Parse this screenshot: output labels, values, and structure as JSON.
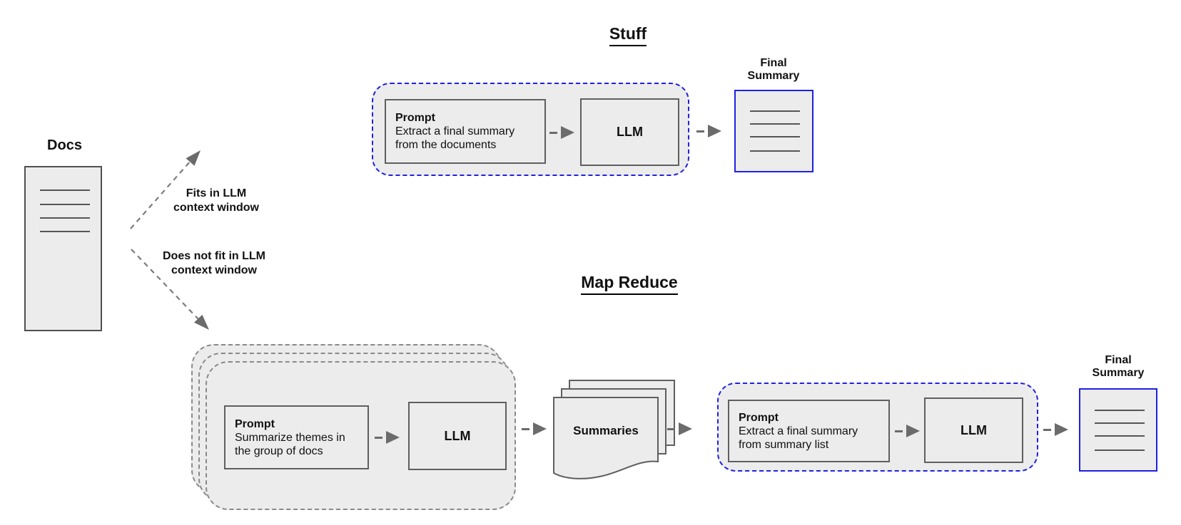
{
  "titles": {
    "stuff": "Stuff",
    "map_reduce": "Map Reduce"
  },
  "docs": {
    "label": "Docs"
  },
  "branch_labels": {
    "fits": "Fits in LLM\ncontext window",
    "not_fit": "Does not fit in LLM\ncontext window"
  },
  "stuff": {
    "prompt_title": "Prompt",
    "prompt_desc": "Extract a final summary from the documents",
    "llm": "LLM",
    "output_label": "Final\nSummary"
  },
  "map": {
    "prompt_title": "Prompt",
    "prompt_desc": "Summarize themes in the group of docs",
    "llm": "LLM",
    "summaries_label": "Summaries"
  },
  "reduce": {
    "prompt_title": "Prompt",
    "prompt_desc": "Extract a final summary from summary list",
    "llm": "LLM",
    "output_label": "Final\nSummary"
  },
  "colors": {
    "accent_blue": "#2020e1",
    "box_fill": "#ececec",
    "box_border": "#5f5f5f",
    "dash_gray": "#8a8a8a",
    "arrow_gray": "#6b6b6b",
    "dash_arrow": "#7b7b7b"
  }
}
